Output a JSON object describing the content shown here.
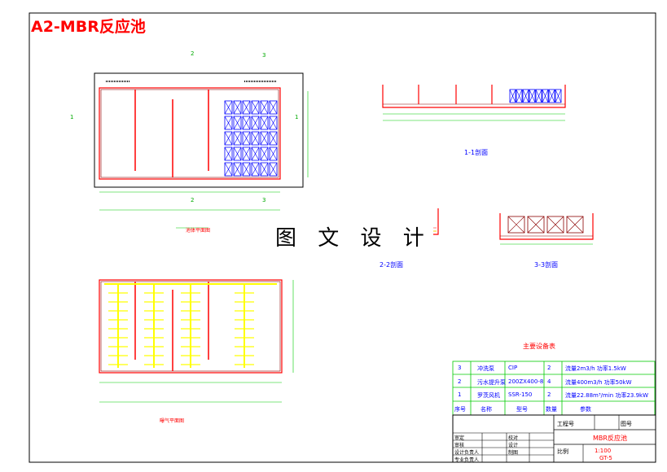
{
  "title": "A2-MBR反应池",
  "watermark": "图 文 设 计",
  "sections": {
    "s1": "1-1剖面",
    "s2": "2-2剖面",
    "s3": "3-3剖面",
    "plan_top": "池体平面图",
    "plan_bottom": "曝气平面图"
  },
  "markers": {
    "m1": "1",
    "m2": "2",
    "m3": "3"
  },
  "equipment_table": {
    "title": "主要设备表",
    "headers": [
      "序号",
      "名称",
      "型号",
      "数量",
      "参数"
    ],
    "rows": [
      [
        "3",
        "冲洗泵",
        "CIP",
        "2",
        "流量2m3/h 功率1.5kW"
      ],
      [
        "2",
        "污水提升泵",
        "200ZX400-8",
        "4",
        "流量400m3/h 功率50kW"
      ],
      [
        "1",
        "罗茨风机",
        "SSR-150",
        "2",
        "流量22.88m³/min 功率23.9kW"
      ]
    ]
  },
  "title_block": {
    "project_label": "工程号",
    "drawing_no_label": "图号",
    "drawing_name": "MBR反应池",
    "scale_label": "比例",
    "scale": "1:100",
    "sheet": "GT-5",
    "sign_labels": [
      "审定",
      "审核",
      "设计负责人",
      "专业负责人"
    ],
    "col_labels": [
      "校对",
      "设计",
      "制图"
    ]
  },
  "colors": {
    "frame": "#000000",
    "wall": "#ff0000",
    "dim": "#00cc00",
    "pipe": "#ffff00",
    "module": "#0000ff",
    "title": "#ff0000"
  }
}
